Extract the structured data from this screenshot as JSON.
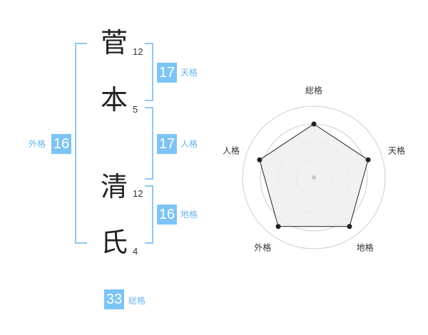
{
  "name": {
    "chars": [
      {
        "char": "菅",
        "strokes": "12"
      },
      {
        "char": "本",
        "strokes": "5"
      },
      {
        "char": "清",
        "strokes": "12"
      },
      {
        "char": "氏",
        "strokes": "4"
      }
    ]
  },
  "grades": {
    "tenkaku": {
      "value": "17",
      "label": "天格"
    },
    "jinkaku": {
      "value": "17",
      "label": "人格"
    },
    "chikaku": {
      "value": "16",
      "label": "地格"
    },
    "gaikaku": {
      "value": "16",
      "label": "外格"
    },
    "soukaku": {
      "value": "33",
      "label": "総格"
    }
  },
  "radar": {
    "axes": [
      "総格",
      "天格",
      "地格",
      "外格",
      "人格"
    ],
    "levels": 4,
    "values": [
      0.75,
      0.8,
      0.85,
      0.85,
      0.8
    ]
  }
}
